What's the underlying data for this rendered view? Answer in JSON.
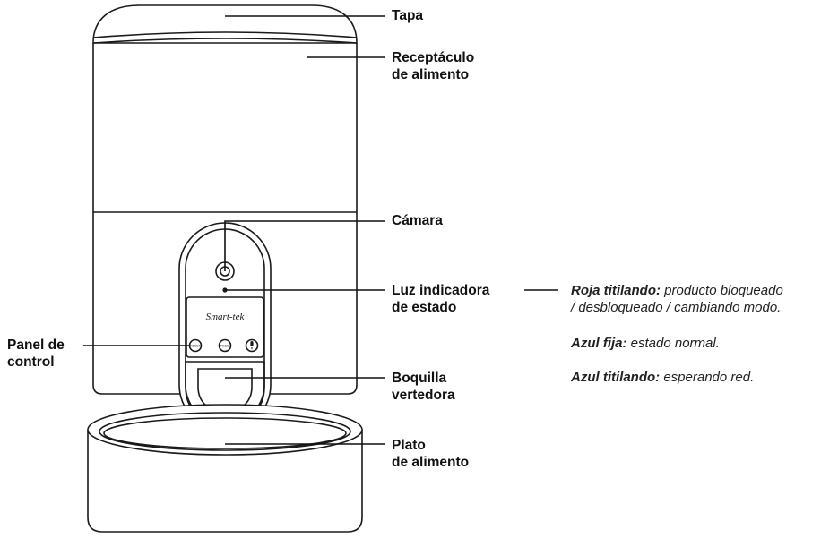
{
  "labels": {
    "tapa": "Tapa",
    "receptaculo": [
      "Receptáculo",
      "de alimento"
    ],
    "camara": "Cámara",
    "luz": [
      "Luz indicadora",
      "de estado"
    ],
    "panel": [
      "Panel de",
      "control"
    ],
    "boquilla": [
      "Boquilla",
      "vertedora"
    ],
    "plato": [
      "Plato",
      "de alimento"
    ]
  },
  "brand": "Smart-tek",
  "buttons": {
    "reset": "RESET",
    "feed": "FEED"
  },
  "notes": {
    "roja_title": "Roja titilando:",
    "roja_text_1": "producto bloqueado",
    "roja_text_2": "/ desbloqueado / cambiando modo.",
    "azul_fija_title": "Azul fija:",
    "azul_fija_text": "estado normal.",
    "azul_titilando_title": "Azul titilando:",
    "azul_titilando_text": "esperando red."
  },
  "colors": {
    "line": "#111111",
    "outline": "#1a1a1a"
  },
  "icons": [
    "microphone-icon"
  ]
}
